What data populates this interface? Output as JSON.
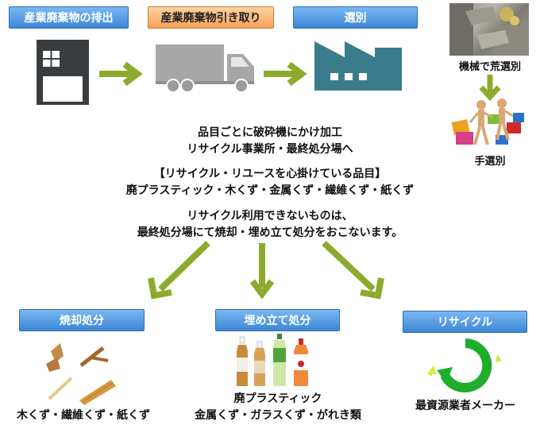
{
  "top_boxes": {
    "discharge": "産業廃棄物の排出",
    "pickup": "産業廃棄物引き取り",
    "sorting": "選別"
  },
  "side": {
    "machine_sort": "機械で荒選別",
    "hand_sort": "手選別"
  },
  "center_text": {
    "line1": "品目ごとに破砕機にかけ加工",
    "line2": "リサイクル事業所・最終処分場へ",
    "line3": "【リサイクル・リユースを心掛けている品目】",
    "line4": "廃プラスティック・木くず・金属くず・繊維くず・紙くず",
    "line5": "リサイクル利用できないものは、",
    "line6": "最終処分場にて焼却・埋め立て処分をおこないます。"
  },
  "bottom_boxes": {
    "incineration": "焼却処分",
    "landfill": "埋め立て処分",
    "recycle": "リサイクル"
  },
  "bottom_text": {
    "incineration_items": "木くず・繊維くず・紙くず",
    "landfill_items_1": "廃プラスティック",
    "landfill_items_2": "金属くず・ガラスくず・がれき類",
    "recycle_items": "最資源業者メーカー"
  },
  "colors": {
    "arrow": "#8cab2c",
    "box_blue": "#4a90db",
    "box_orange": "#f5a25a",
    "building_dark": "#3a3d3f",
    "factory": "#3b7c8c",
    "recycle_green": "#1fae2a"
  },
  "icons": [
    "building-icon",
    "truck-icon",
    "factory-icon",
    "recycle-icon",
    "wood-icon",
    "bottles-icon"
  ]
}
